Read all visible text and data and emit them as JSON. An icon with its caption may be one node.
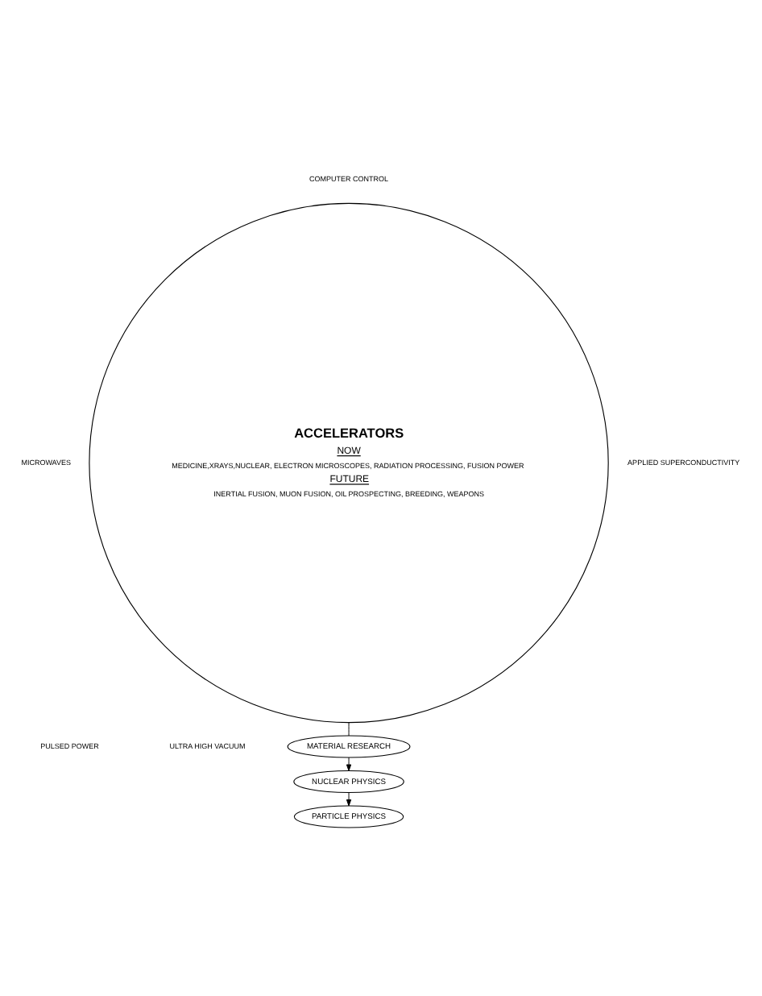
{
  "diagram": {
    "nodes": [
      {
        "text": [
          "ACCELERATORS",
          "NOW",
          "MEDICINE,XRAYS,NUCLEAR, ELECTRON MICROSCOPES, RADIATION PROCESSING, FUSION POWER",
          "FUTURE",
          "INERTIAL FUSION, MUON FUSION, OIL PROSPECTING, BREEDING, WEAPONS"
        ]
      },
      {
        "text": [
          "MATERIAL RESEARCH"
        ]
      },
      {
        "text": [
          "NUCLEAR PHYSICS"
        ]
      },
      {
        "text": [
          "PARTICLE PHYSICS"
        ]
      }
    ],
    "edges": [
      {
        "from": 0,
        "to": 1,
        "arrow": "none"
      },
      {
        "from": 1,
        "to": 2,
        "arrow": "to"
      },
      {
        "from": 2,
        "to": 3,
        "arrow": "to"
      }
    ],
    "labels": [
      "COMPUTER CONTROL",
      "APPLIED SUPERCONDUCTIVITY",
      "ULTRA HIGH VACUUM",
      "PULSED POWER",
      "MICROWAVES"
    ]
  }
}
